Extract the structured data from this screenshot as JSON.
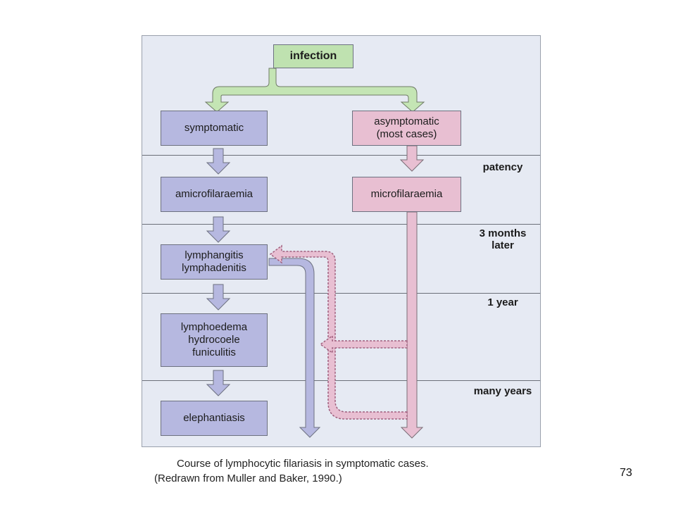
{
  "nodes": {
    "infection": "infection",
    "symptomatic": "symptomatic",
    "asymptomatic": "asymptomatic\n(most cases)",
    "amicrofilaraemia": "amicrofilaraemia",
    "microfilaraemia": "microfilaraemia",
    "lymphangitis": "lymphangitis\nlymphadenitis",
    "lymphoedema": "lymphoedema\nhydrocoele\nfuniculitis",
    "elephantiasis": "elephantiasis"
  },
  "stages": {
    "patency": "patency",
    "three_months": "3 months\nlater",
    "one_year": "1 year",
    "many_years": "many years"
  },
  "caption": {
    "line1": "Course of lymphocytic filariasis in symptomatic cases.",
    "line2": "(Redrawn from Muller and Baker, 1990.)"
  },
  "page_number": "73",
  "colors": {
    "blue_box": "#b6b8e0",
    "pink_box": "#e8bfd2",
    "green_box": "#bfe2b0",
    "background": "#e6eaf3"
  }
}
